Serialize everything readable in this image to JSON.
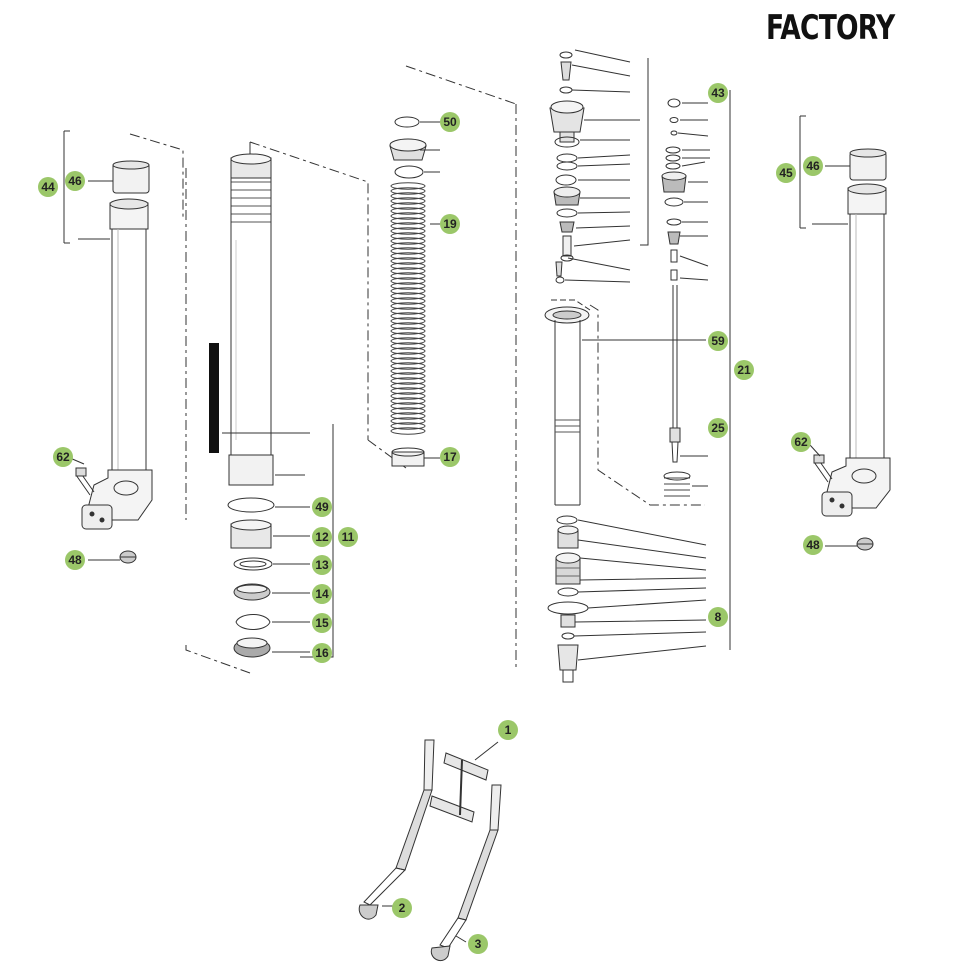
{
  "brand": "FACTORY",
  "colors": {
    "callout_fill": "#9bc769",
    "callout_text": "#222222",
    "ink": "#333333",
    "background": "#ffffff"
  },
  "callouts": [
    {
      "id": "1",
      "label": "1"
    },
    {
      "id": "2",
      "label": "2"
    },
    {
      "id": "3",
      "label": "3"
    },
    {
      "id": "8",
      "label": "8"
    },
    {
      "id": "11",
      "label": "11"
    },
    {
      "id": "12",
      "label": "12"
    },
    {
      "id": "13",
      "label": "13"
    },
    {
      "id": "14",
      "label": "14"
    },
    {
      "id": "15",
      "label": "15"
    },
    {
      "id": "16",
      "label": "16"
    },
    {
      "id": "17",
      "label": "17"
    },
    {
      "id": "19",
      "label": "19"
    },
    {
      "id": "21",
      "label": "21"
    },
    {
      "id": "25",
      "label": "25"
    },
    {
      "id": "43",
      "label": "43"
    },
    {
      "id": "44",
      "label": "44"
    },
    {
      "id": "45",
      "label": "45"
    },
    {
      "id": "46a",
      "label": "46"
    },
    {
      "id": "46b",
      "label": "46"
    },
    {
      "id": "48a",
      "label": "48"
    },
    {
      "id": "48b",
      "label": "48"
    },
    {
      "id": "49",
      "label": "49"
    },
    {
      "id": "50",
      "label": "50"
    },
    {
      "id": "59",
      "label": "59"
    },
    {
      "id": "62a",
      "label": "62"
    },
    {
      "id": "62b",
      "label": "62"
    }
  ]
}
